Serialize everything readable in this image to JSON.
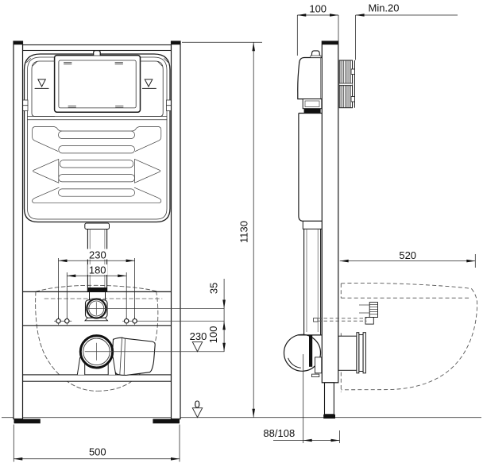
{
  "drawing": {
    "type": "technical-installation-diagram",
    "subject": "concealed-cistern-wc-mounting-frame",
    "front_view": {
      "dim_fixing_bolts_outer": "230",
      "dim_fixing_bolts_inner": "180",
      "dim_frame_width": "500",
      "dim_flush_bend_offset": "35",
      "dim_outlet_offset": "100",
      "level_outlet_height": "230",
      "level_floor": "0"
    },
    "side_view": {
      "dim_frame_depth": "100",
      "dim_wall_clearance": "Min.20",
      "dim_frame_height": "1130",
      "dim_bowl_depth": "520",
      "dim_outlet_to_wall": "88/108"
    },
    "line_color": "#1a1a1a",
    "background": "#ffffff"
  }
}
